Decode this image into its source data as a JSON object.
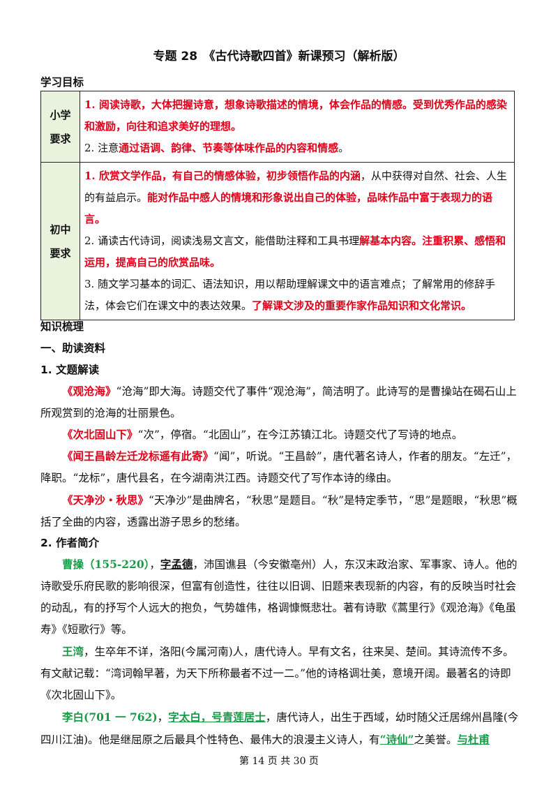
{
  "title": "专题 28　《古代诗歌四首》新课预习（解析版）",
  "goals_heading": "学习目标",
  "goals": {
    "primary_label": "小学\n要求",
    "primary_1": "1. 阅读诗歌，大体把握诗意，想象诗歌描述的情境，体会作品的情感。受到优秀作品的感染和激励，向往和追求美好的理想。",
    "primary_2_a": "2. 注意",
    "primary_2_b": "通过语调、韵律、节奏等体味作品的内容和情感",
    "primary_2_c": "。",
    "middle_label": "初中\n要求",
    "middle_1_a": "1. 欣赏文学作品，有自己的情感体验，初步领悟作品的内涵",
    "middle_1_b": "，从中获得对自然、社会、人生的有益启示。",
    "middle_1_c": "能对作品中感人的情境和形象说出自己的体验，品味作品中富于表现力的语言。",
    "middle_2_a": "2. 诵读古代诗词，阅读浅易文言文，能借助注释和工具书理",
    "middle_2_b": "解基本内容。注重积累、感悟和运用，提高自己的欣赏品味。",
    "middle_3_a": "3. 随文学习基本的词汇、语法知识，用以帮助理解课文中的语言难点；了解常用的修辞手法，体会它们在课文中的表达效果。",
    "middle_3_b": "了解课文涉及的重要作家作品知识和文化常识。"
  },
  "knowledge_heading": "知识梳理",
  "section1": "一、助读资料",
  "sub1": "1. 文题解读",
  "t1_title": "《观沧海》",
  "t1_text": "“沧海”即大海。诗题交代了事件“观沧海”，简洁明了。此诗写的是曹操站在碣石山上所观赏到的沧海的壮丽景色。",
  "t2_title": "《次北固山下》",
  "t2_text": "“次”，停宿。“北固山”，在今江苏镇江北。诗题交代了写诗的地点。",
  "t3_title": "《闻王昌龄左迁龙标遥有此寄》",
  "t3_text": "“闻”，听说。“王昌龄”，唐代著名诗人，作者的朋友。“左迁”，降职。“龙标”，唐代县名，在今湖南洪江西。诗题交代了写作本诗的缘由。",
  "t4_title": "《天净沙・秋思》",
  "t4_text": "“天净沙”是曲牌名，“秋思”是题目。“秋”是特定季节，“思”是题眼，“秋思”概括了全曲的内容，透露出游子思乡的愁绪。",
  "sub2": "2. 作者简介",
  "a1_name": "曹操（155-220）",
  "a1_sep": "，",
  "a1_zi": "字孟德",
  "a1_text": "，沛国谯县（今安徽亳州）人，东汉末政治家、军事家、诗人。他的诗歌受乐府民歌的影响很深，但富有创造性，往往以旧调、旧题来表现新的内容，有的反映当时社会的动乱，有的抒写个人远大的抱负，气势雄伟，格调慷慨悲壮。著有诗歌《蒿里行》《观沧海》《龟虽寿》《短歌行》等。",
  "a2_name": "王湾",
  "a2_text": "，生卒年不详，洛阳(今属河南)人，唐代诗人。早有文名，往来吴、楚间。其诗流传不多。有文献记载：“湾词翰早著，为天下所称最者不过一二。”他的诗格调壮美，意境开阔。最著名的诗即《次北固山下》。",
  "a3_name": "李白(701 一 762)",
  "a3_sep": "，",
  "a3_zi": "字太白，号青莲居士",
  "a3_text": "，唐代诗人，出生于西域，幼时随父迁居绵州昌隆(今四川江油)。他是继屈原之后最具个性特色、最伟大的浪漫主义诗人，有",
  "a3_xian": "“诗仙”",
  "a3_text2": "之美誉。",
  "a3_du": "与杜甫",
  "footer": "第 14 页 共 30 页"
}
